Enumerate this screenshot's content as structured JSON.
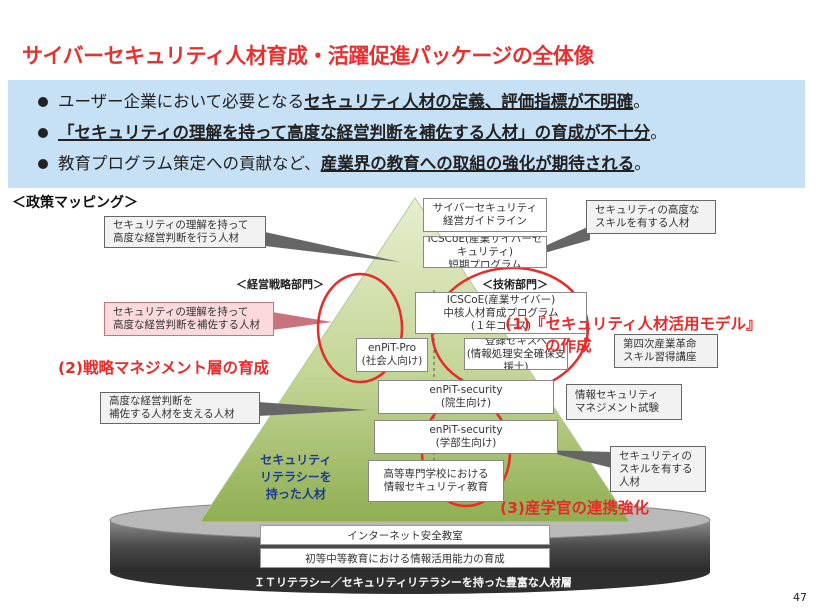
{
  "title": "サイバーセキュリティ人材育成・活躍促進パッケージの全体像",
  "summary": {
    "b1": {
      "pre": "ユーザー企業において必要となる",
      "bold": "セキュリティ人材の定義、評価指標が不明確",
      "post": "。"
    },
    "b2": {
      "pre": "",
      "bold": "「セキュリティの理解を持って高度な経営判断を補佐する人材」の育成が不十分",
      "post": "。"
    },
    "b3": {
      "pre": "教育プログラム策定への貢献など、",
      "bold": "産業界の教育への取組の強化が期待される",
      "post": "。"
    }
  },
  "mapping_label": "＜政策マッピング＞",
  "pyramid": {
    "guideline": "サイバーセキュリティ\n経営ガイドライン",
    "icscoe_short": "ICSCoE(産業サイバーセキュリティ)\n短期プログラム",
    "icscoe_core": "ICSCoE(産業サイバー)\n中核人材育成プログラム\n(１年コース)",
    "enpit_pro": "enPiT-Pro\n(社会人向け)",
    "sc_exam": "登録セキスペ\n(情報処理安全確保支援士)",
    "enpit_grad": "enPiT-security\n(院生向け)",
    "enpit_ug": "enPiT-security\n(学部生向け)",
    "kosen": "高等専門学校における\n情報セキュリティ教育",
    "literacy": "セキュリティ\nリテラシーを\n持った人材"
  },
  "departments": {
    "management": "＜経営戦略部門＞",
    "technical": "＜技術部門＞"
  },
  "callouts": {
    "top_left": "セキュリティの理解を持って\n高度な経営判断を行う人材",
    "mid_left": "セキュリティの理解を持って\n高度な経営判断を補佐する人材",
    "low_left": "高度な経営判断を\n補佐する人材を支える人材",
    "top_right": "セキュリティの高度な\nスキルを有する人材",
    "right_4th": "第四次産業革命\nスキル習得講座",
    "right_exam": "情報セキュリティ\nマネジメント試験",
    "low_right": "セキュリティの\nスキルを有する\n人材"
  },
  "highlights": {
    "model": "(1)『セキュリティ人材活用モデル』",
    "model_2": "の作成",
    "strategy": "(2)戦略マネジメント層の育成",
    "collab": "(3)産学官の連携強化"
  },
  "base": {
    "bar1": "インターネット安全教室",
    "bar2": "初等中等教育における情報活用能力の育成",
    "caption": "ＩＴリテラシー／セキュリティリテラシーを持った豊富な人材層"
  },
  "page_number": "47",
  "colors": {
    "title": "#e8312f",
    "summary_bg": "#c6e0f5",
    "highlight": "#e82a2a",
    "pyramid_top": "#e3eccb",
    "pyramid_bottom": "#7f9c45"
  }
}
